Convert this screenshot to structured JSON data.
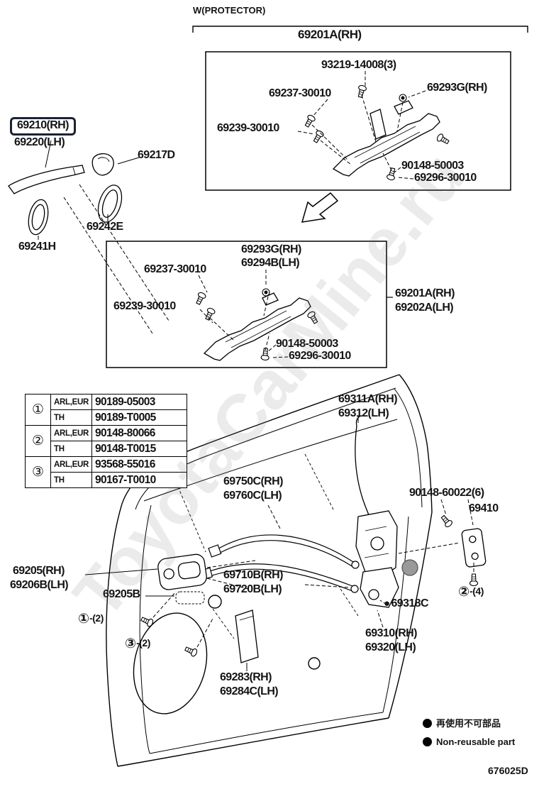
{
  "doc": {
    "number": "676025D",
    "watermark": "ToyotaCarMine.ru"
  },
  "colors": {
    "highlight_box": "#1c2236",
    "grommet_gray": "#9a9a9a"
  },
  "header": {
    "protector": "W(PROTECTOR)",
    "title": "69201A(RH)"
  },
  "top_box": {
    "p93219": "93219-14008(3)",
    "p69237": "69237-30010",
    "p69293g": "69293G(RH)",
    "p69239": "69239-30010",
    "p90148": "90148-50003",
    "p69296": "69296-30010"
  },
  "left": {
    "p69210": "69210(RH)",
    "p69220": "69220(LH)",
    "p69217d": "69217D",
    "p69242e": "69242E",
    "p69241h": "69241H"
  },
  "mid_box": {
    "p69293g": "69293G(RH)",
    "p69294b": "69294B(LH)",
    "p69237": "69237-30010",
    "p69239": "69239-30010",
    "p90148": "90148-50003",
    "p69296": "69296-30010",
    "right_rh": "69201A(RH)",
    "right_lh": "69202A(LH)"
  },
  "fastener_table": {
    "rows": [
      {
        "num": "①",
        "sub": [
          {
            "region": "ARL,EUR",
            "part": "90189-05003"
          },
          {
            "region": "TH",
            "part": "90189-T0005"
          }
        ]
      },
      {
        "num": "②",
        "sub": [
          {
            "region": "ARL,EUR",
            "part": "90148-80066"
          },
          {
            "region": "TH",
            "part": "90148-T0015"
          }
        ]
      },
      {
        "num": "③",
        "sub": [
          {
            "region": "ARL,EUR",
            "part": "93568-55016"
          },
          {
            "region": "TH",
            "part": "90167-T0010"
          }
        ]
      }
    ]
  },
  "door": {
    "p69311a": "69311A(RH)",
    "p69312": "69312(LH)",
    "p69750c": "69750C(RH)",
    "p69760c": "69760C(LH)",
    "p90148_60022": "90148-60022(6)",
    "p69410": "69410",
    "p69205": "69205(RH)",
    "p69206b": "69206B(LH)",
    "p69205b": "69205B",
    "p69710b": "69710B(RH)",
    "p69720b": "69720B(LH)",
    "bullet": "●",
    "p69318c": "69318C",
    "p69310": "69310(RH)",
    "p69320": "69320(LH)",
    "p69283": "69283(RH)",
    "p69284c": "69284C(LH)",
    "callout1": "①",
    "callout1_qty": "-(2)",
    "callout3": "③",
    "callout3_qty": "-(2)",
    "callout2": "②",
    "callout2_qty": "-(4)"
  },
  "legend": {
    "jp": "再使用不可部品",
    "en": "Non-reusable part"
  }
}
